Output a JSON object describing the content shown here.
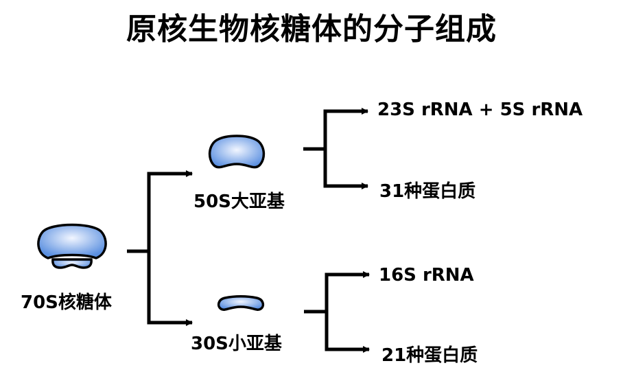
{
  "title": "原核生物核糖体的分子组成",
  "colors": {
    "ribosome_fill_light": "#eef4ff",
    "ribosome_fill_dark": "#5a8fe0",
    "outline": "#000000",
    "text": "#000000"
  },
  "nodes": {
    "root": {
      "label": "70S核糖体",
      "icon": "ribosome-70s-icon"
    },
    "large": {
      "label": "50S大亚基",
      "icon": "large-subunit-icon",
      "components": [
        "23S rRNA + 5S rRNA",
        "31种蛋白质"
      ]
    },
    "small": {
      "label": "30S小亚基",
      "icon": "small-subunit-icon",
      "components": [
        "16S rRNA",
        "21种蛋白质"
      ]
    }
  }
}
